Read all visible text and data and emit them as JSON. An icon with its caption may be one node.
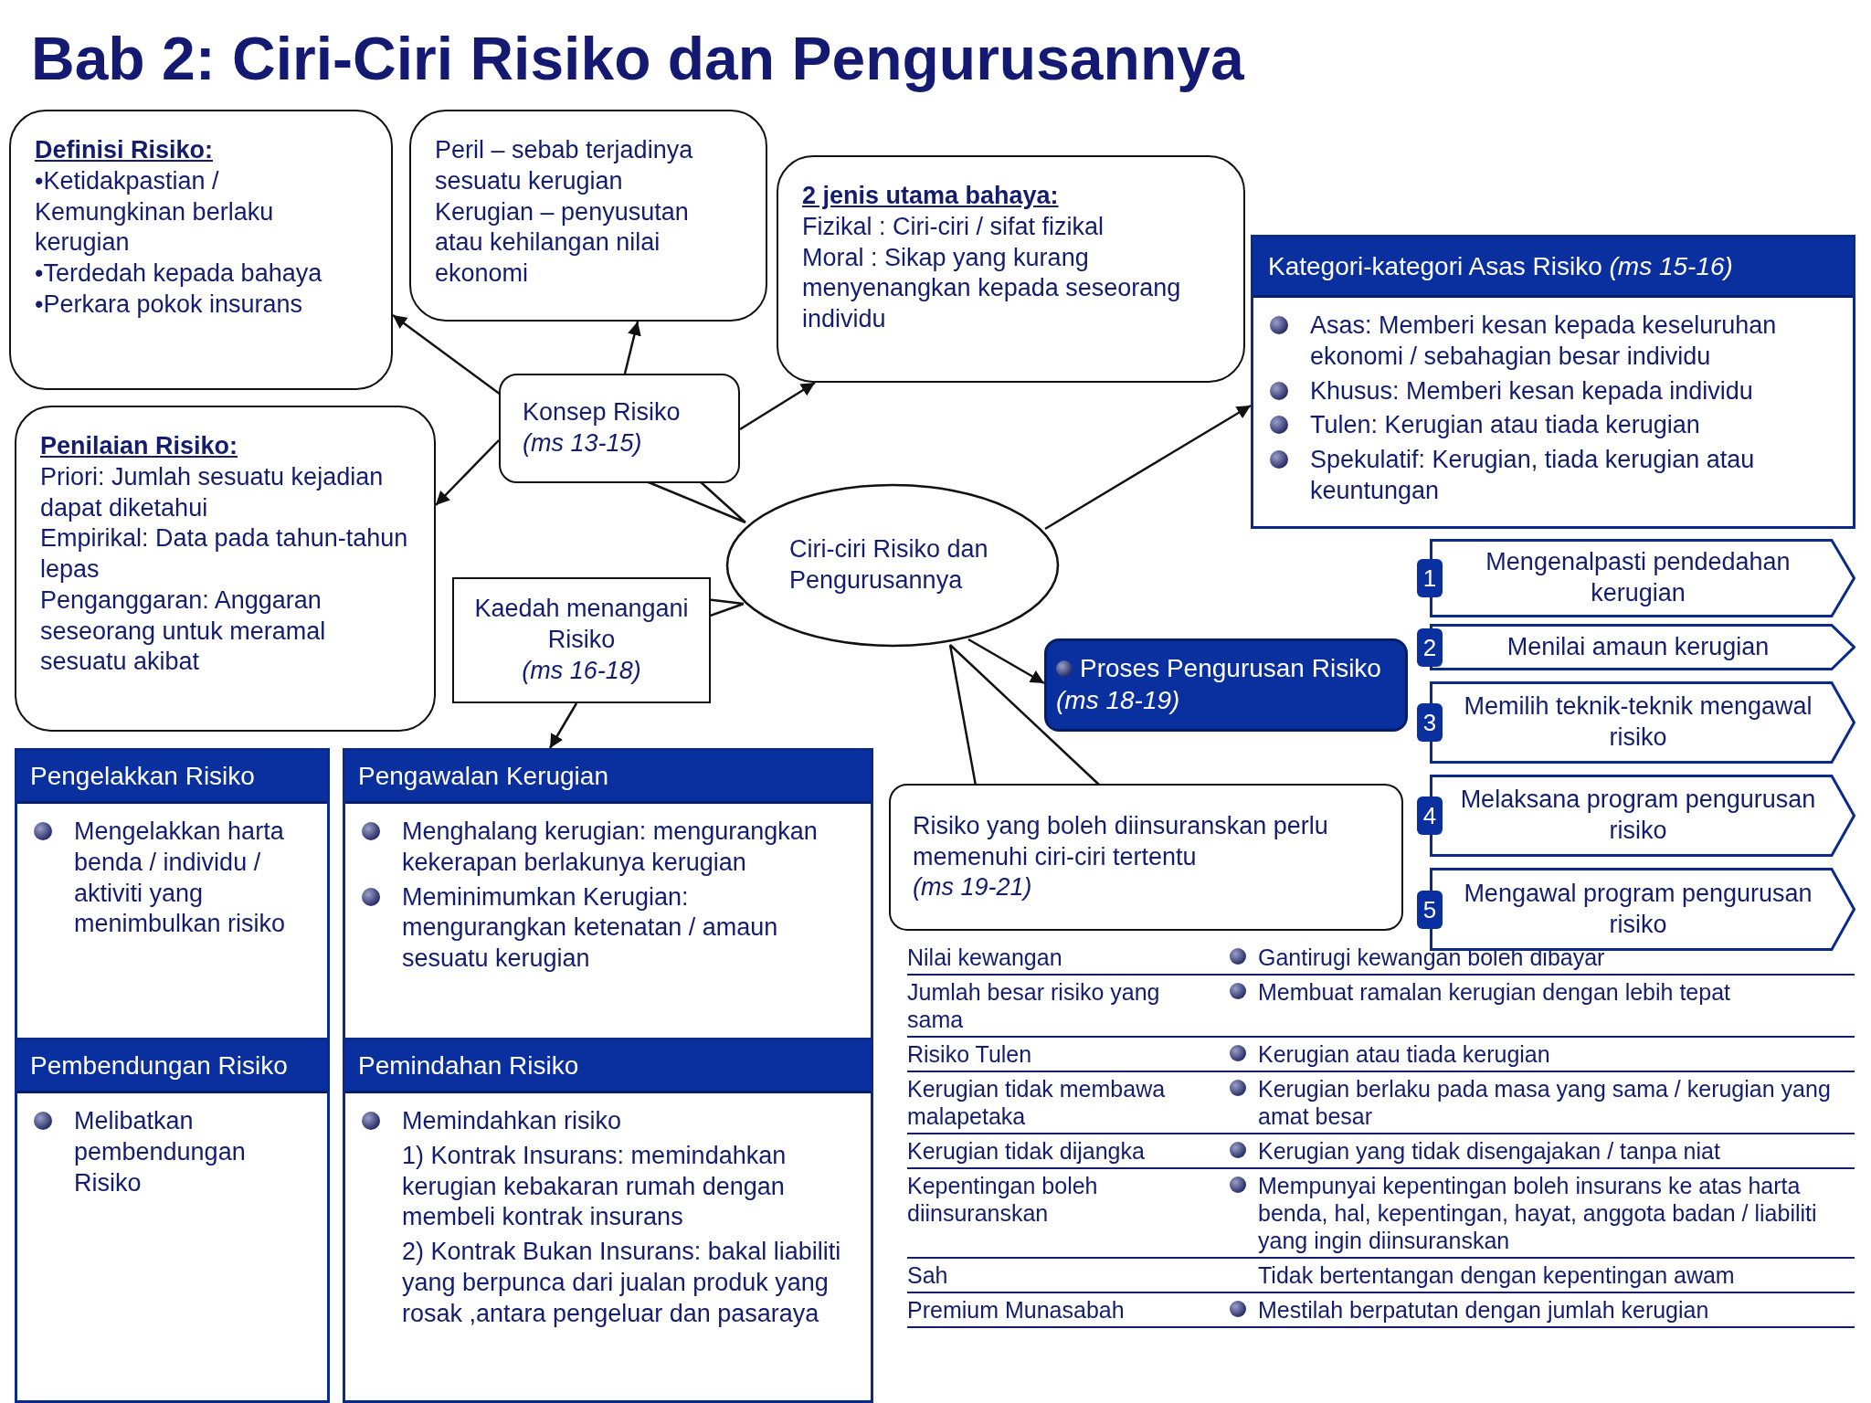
{
  "diagram": {
    "title": "Bab 2: Ciri-Ciri Risiko dan Pengurusannya",
    "nodes": [
      {
        "text": [
          "Definisi Risiko:",
          "•Ketidakpastian / Kemungkinan berlaku kerugian",
          "•Terdedah kepada bahaya",
          "•Perkara pokok insurans"
        ]
      },
      {
        "text": [
          "Peril – sebab terjadinya sesuatu kerugian",
          "Kerugian  – penyusutan atau kehilangan nilai ekonomi"
        ]
      },
      {
        "text": [
          "2 jenis utama bahaya:",
          "Fizikal : Ciri-ciri / sifat fizikal",
          "Moral : Sikap yang kurang menyenangkan kepada seseorang individu"
        ]
      },
      {
        "text": [
          "Konsep Risiko",
          "(ms 13-15)"
        ]
      },
      {
        "text": [
          "Penilaian Risiko:",
          "Priori: Jumlah sesuatu kejadian dapat diketahui",
          "Empirikal: Data pada tahun-tahun lepas",
          "Penganggaran: Anggaran seseorang untuk meramal sesuatu akibat"
        ]
      },
      {
        "text": [
          "Ciri-ciri Risiko dan Pengurusannya"
        ]
      },
      {
        "text": [
          "Kaedah menangani Risiko",
          "(ms 16-18)"
        ]
      },
      {
        "text": [
          "Kategori-kategori Asas Risiko  *(ms 15-16)*",
          "Asas: Memberi kesan kepada keseluruhan ekonomi / sebahagian besar individu",
          "Khusus: Memberi kesan kepada individu",
          "Tulen: Kerugian atau tiada kerugian",
          "Spekulatif: Kerugian, tiada kerugian atau keuntungan"
        ]
      },
      {
        "text": [
          "Proses Pengurusan Risiko",
          "(ms 18-19)"
        ]
      },
      {
        "text": [
          "1",
          "Mengenalpasti pendedahan kerugian"
        ]
      },
      {
        "text": [
          "2",
          "Menilai amaun kerugian"
        ]
      },
      {
        "text": [
          "3",
          "Memilih teknik-teknik mengawal risiko"
        ]
      },
      {
        "text": [
          "4",
          "Melaksana program pengurusan risiko"
        ]
      },
      {
        "text": [
          "5",
          "Mengawal program pengurusan risiko"
        ]
      },
      {
        "text": [
          "Risiko yang boleh diinsuranskan perlu memenuhi ciri-ciri tertentu",
          "(ms 19-21)"
        ]
      },
      {
        "text": [
          "Pengelakkan Risiko",
          "Mengelakkan harta benda / individu / aktiviti yang menimbulkan risiko"
        ]
      },
      {
        "text": [
          "Pengawalan Kerugian",
          "Menghalang kerugian: mengurangkan kekerapan berlakunya kerugian",
          "Meminimumkan Kerugian: mengurangkan ketenatan / amaun sesuatu kerugian"
        ]
      },
      {
        "text": [
          "Pembendungan Risiko",
          "Melibatkan pembendungan Risiko"
        ]
      },
      {
        "text": [
          "Pemindahan Risiko",
          "Memindahkan risiko",
          "1) Kontrak Insurans: memindahkan kerugian kebakaran rumah dengan membeli kontrak insurans",
          "2) Kontrak Bukan Insurans: bakal liabiliti yang berpunca dari jualan produk yang rosak ,antara pengeluar dan pasaraya"
        ]
      }
    ],
    "edges": [
      {
        "from": 3,
        "to": 0,
        "arrow": "to"
      },
      {
        "from": 3,
        "to": 1,
        "arrow": "to"
      },
      {
        "from": 3,
        "to": 2,
        "arrow": "to"
      },
      {
        "from": 3,
        "to": 4,
        "arrow": "to"
      },
      {
        "from": 3,
        "to": 5,
        "arrow": "none"
      },
      {
        "from": 6,
        "to": 5,
        "arrow": "none"
      },
      {
        "from": 6,
        "to": 16,
        "arrow": "to"
      },
      {
        "from": 5,
        "to": 7,
        "arrow": "to"
      },
      {
        "from": 5,
        "to": 8,
        "arrow": "to"
      },
      {
        "from": 14,
        "to": 5,
        "arrow": "none"
      }
    ],
    "labels": [
      "Nilai kewangan",
      "Gantirugi kewangan boleh dibayar",
      "Jumlah besar risiko yang sama",
      "Membuat ramalan kerugian dengan lebih tepat",
      "Risiko Tulen",
      "Kerugian atau tiada kerugian",
      "Kerugian tidak membawa malapetaka",
      "Kerugian berlaku pada masa yang sama  / kerugian yang amat besar",
      "Kerugian tidak dijangka",
      "Kerugian yang tidak disengajakan / tanpa niat",
      "Kepentingan boleh diinsuranskan",
      "Mempunyai kepentingan boleh insurans ke atas harta benda, hal, kepentingan, hayat, anggota badan / liabiliti yang ingin diinsuranskan",
      "Sah",
      "Tidak bertentangan dengan kepentingan awam",
      "Premium Munasabah",
      "Mestilah berpatutan dengan jumlah kerugian"
    ]
  }
}
